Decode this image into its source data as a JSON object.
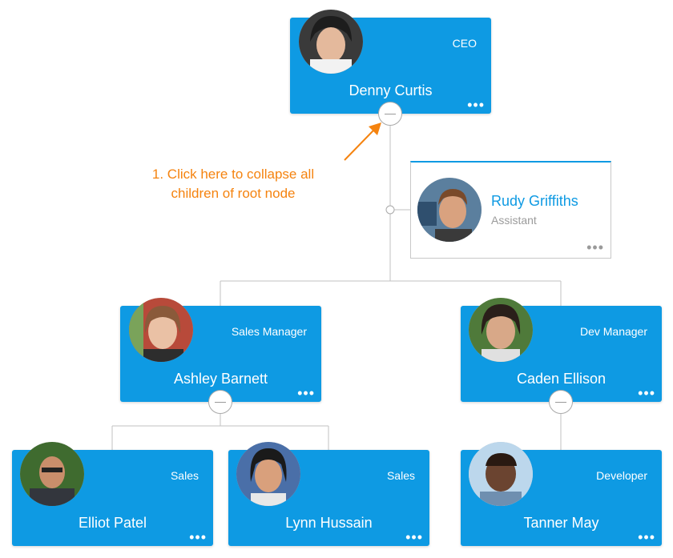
{
  "annotation": {
    "line1": "1. Click here to collapse all",
    "line2": "children of root node"
  },
  "colors": {
    "node": "#0e9ae3",
    "connector": "#c2c2c2",
    "annotation": "#f5830f",
    "assistant_role": "#9b9b9b"
  },
  "nodes": {
    "ceo": {
      "name": "Denny Curtis",
      "role": "CEO",
      "menu": "•••"
    },
    "assistant": {
      "name": "Rudy Griffiths",
      "role": "Assistant",
      "menu": "•••"
    },
    "sales_manager": {
      "name": "Ashley Barnett",
      "role": "Sales Manager",
      "menu": "•••"
    },
    "dev_manager": {
      "name": "Caden Ellison",
      "role": "Dev Manager",
      "menu": "•••"
    },
    "sales_1": {
      "name": "Elliot Patel",
      "role": "Sales",
      "menu": "•••"
    },
    "sales_2": {
      "name": "Lynn Hussain",
      "role": "Sales",
      "menu": "•••"
    },
    "developer": {
      "name": "Tanner May",
      "role": "Developer",
      "menu": "•••"
    }
  }
}
